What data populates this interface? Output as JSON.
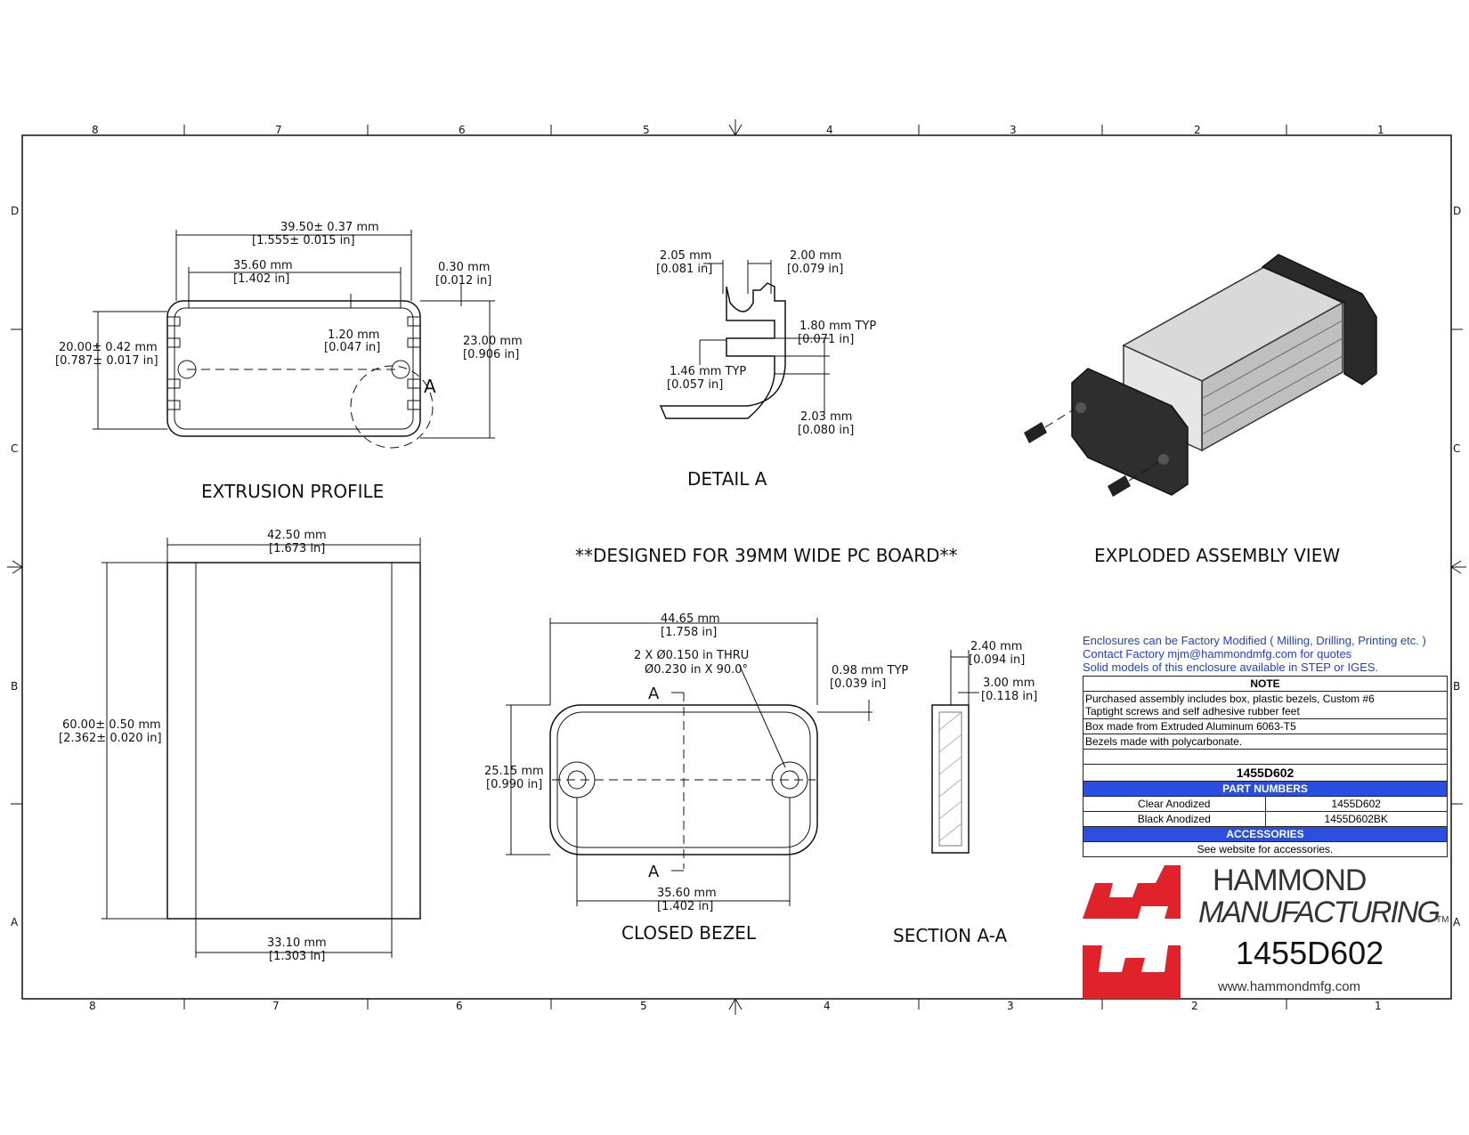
{
  "zones": {
    "columns": [
      "8",
      "7",
      "6",
      "5",
      "4",
      "3",
      "2",
      "1"
    ],
    "rows": [
      "D",
      "C",
      "B",
      "A"
    ]
  },
  "views": {
    "extrusion_profile": {
      "title": "EXTRUSION PROFILE",
      "dims": {
        "overall_width_mm": "39.50± 0.37 mm",
        "overall_width_in": "[1.555± 0.015 in]",
        "inner_width_mm": "35.60 mm",
        "inner_width_in": "[1.402 in]",
        "wall_mm": "0.30 mm",
        "wall_in": "[0.012 in]",
        "rail_mm": "1.20 mm",
        "rail_in": "[0.047 in]",
        "height_left_mm": "20.00± 0.42 mm",
        "height_left_in": "[0.787± 0.017 in]",
        "height_right_mm": "23.00 mm",
        "height_right_in": "[0.906 in]",
        "detail_callout": "A"
      }
    },
    "detail_a": {
      "title": "DETAIL  A",
      "dims": {
        "d1_mm": "2.05 mm",
        "d1_in": "[0.081 in]",
        "d2_mm": "2.00 mm",
        "d2_in": "[0.079 in]",
        "d3_mm": "1.80 mm TYP",
        "d3_in": "[0.071 in]",
        "d4_mm": "1.46 mm TYP",
        "d4_in": "[0.057 in]",
        "d5_mm": "2.03 mm",
        "d5_in": "[0.080 in]"
      }
    },
    "exploded": {
      "title": "EXPLODED ASSEMBLY VIEW"
    },
    "board_note": "**DESIGNED FOR 39MM WIDE PC BOARD**",
    "side_view": {
      "dims": {
        "top_mm": "42.50 mm",
        "top_in": "[1.673 in]",
        "len_mm": "60.00± 0.50 mm",
        "len_in": "[2.362± 0.020 in]",
        "bottom_mm": "33.10 mm",
        "bottom_in": "[1.303 in]"
      }
    },
    "closed_bezel": {
      "title": "CLOSED BEZEL",
      "dims": {
        "width_mm": "44.65 mm",
        "width_in": "[1.758 in]",
        "hole_line1": "2 X Ø0.150 in THRU",
        "hole_line2": "Ø0.230 in X 90.0°",
        "lip_mm": "0.98 mm  TYP",
        "lip_in": "[0.039 in]",
        "height_mm": "25.15 mm",
        "height_in": "[0.990 in]",
        "hole_pitch_mm": "35.60 mm",
        "hole_pitch_in": "[1.402 in]",
        "section_label": "A"
      }
    },
    "section_aa": {
      "title": "SECTION A-A",
      "dims": {
        "t1_mm": "2.40 mm",
        "t1_in": "[0.094 in]",
        "t2_mm": "3.00 mm",
        "t2_in": "[0.118 in]"
      }
    }
  },
  "notes": {
    "info_line1": "Enclosures can be Factory Modified ( Milling, Drilling, Printing etc. )",
    "info_line2": "Contact Factory      mjm@hammondmfg.com for quotes",
    "info_line3": "Solid models of this enclosure available in STEP or IGES.",
    "note_header": "NOTE",
    "note1a": "Purchased assembly includes box, plastic bezels, Custom #6",
    "note1b": "Taptight screws and self adhesive rubber feet",
    "note2": "Box made from Extruded Aluminum 6063-T5",
    "note3": "Bezels made with polycarbonate.",
    "part_title": "1455D602",
    "part_numbers_header": "PART NUMBERS",
    "parts": [
      {
        "finish": "Clear Anodized",
        "number": "1455D602"
      },
      {
        "finish": "Black Anodized",
        "number": "1455D602BK"
      }
    ],
    "accessories_header": "ACCESSORIES",
    "accessories_text": "See website for accessories."
  },
  "title_block": {
    "company_line1": "HAMMOND",
    "company_line2": "MANUFACTURING",
    "tm": "TM",
    "part_number": "1455D602",
    "website": "www.hammondmfg.com",
    "logo_color": "#e0232b"
  }
}
